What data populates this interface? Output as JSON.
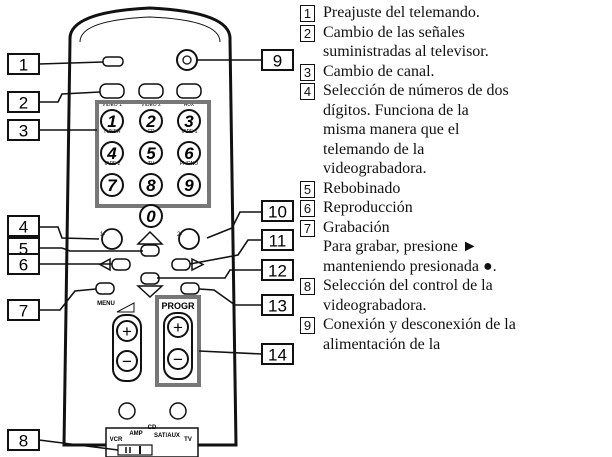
{
  "callouts": [
    "1",
    "2",
    "3",
    "4",
    "5",
    "6",
    "7",
    "8",
    "9",
    "10",
    "11",
    "12",
    "13",
    "14"
  ],
  "remote": {
    "top_labels": [
      "VIDEO 1",
      "VIDEO 2",
      "AUX"
    ],
    "digit_labels": [
      "TUNER",
      "CD",
      "TAPE 1",
      "TAPE 2",
      "TV",
      "PHONO"
    ],
    "digits": [
      "1",
      "2",
      "3",
      "4",
      "5",
      "6",
      "7",
      "8",
      "9",
      "0"
    ],
    "menu_label": "MENU",
    "progr_label": "PROGR",
    "plus": "+",
    "minus": "−",
    "selector_labels": [
      "VCR",
      "AMP",
      "CD",
      "SAT/AUX",
      "TV"
    ],
    "key_1_dash": "1-",
    "key_2_dash": "2-"
  },
  "legend": [
    {
      "num": "1",
      "text": "Preajuste del telemando."
    },
    {
      "num": "2",
      "text": "Cambio de las señales\nsuministradas al televisor."
    },
    {
      "num": "3",
      "text": "Cambio de canal."
    },
    {
      "num": "4",
      "text": "Selección de números de dos\ndígitos. Funciona de la\nmisma manera que el\ntelemando de la\nvideograbadora."
    },
    {
      "num": "5",
      "text": "Rebobinado"
    },
    {
      "num": "6",
      "text": "Reproducción"
    },
    {
      "num": "7",
      "text": "Grabación\nPara grabar, presione ►\nmanteniendo presionada ●."
    },
    {
      "num": "8",
      "text": "Selección del control de la\nvideograbadora."
    },
    {
      "num": "9",
      "text": "Conexión y desconexión de la\nalimentación de la"
    }
  ]
}
